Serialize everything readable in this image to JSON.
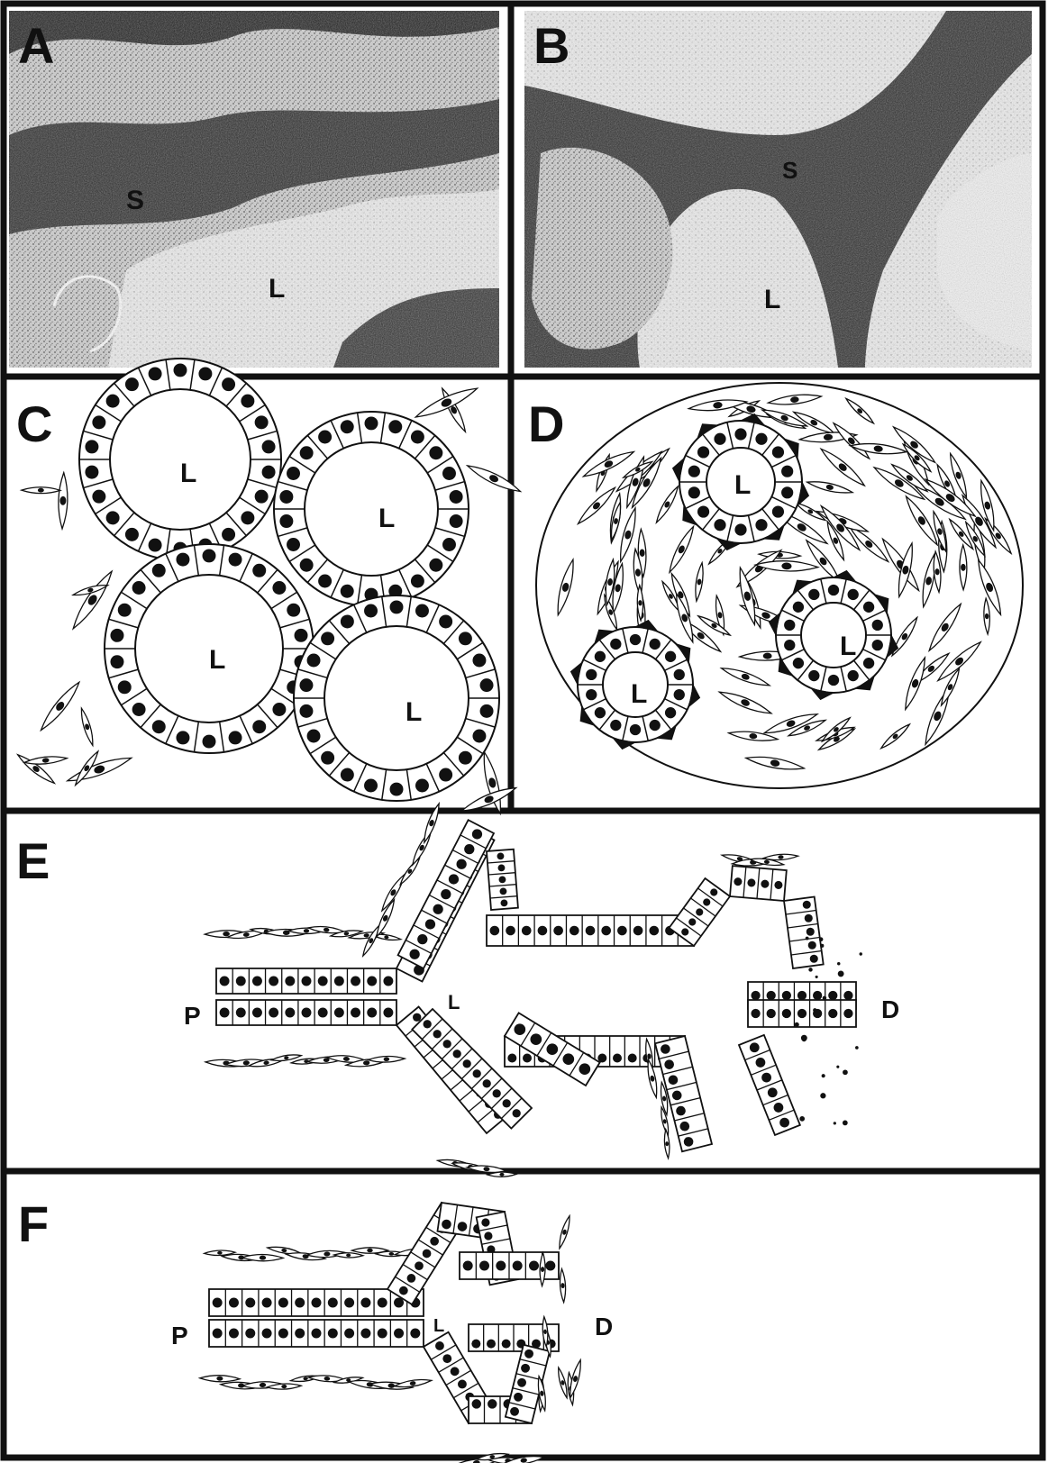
{
  "panels": [
    {
      "id": "A",
      "letter": "A",
      "labels": [
        "S",
        "L"
      ]
    },
    {
      "id": "B",
      "letter": "B",
      "labels": [
        "S",
        "L"
      ]
    },
    {
      "id": "C",
      "letter": "C",
      "labels": [
        "L",
        "L",
        "L",
        "L"
      ]
    },
    {
      "id": "D",
      "letter": "D",
      "labels": [
        "L",
        "L",
        "L"
      ]
    },
    {
      "id": "E",
      "letter": "E",
      "labels": [
        "P",
        "L",
        "D"
      ]
    },
    {
      "id": "F",
      "letter": "F",
      "labels": [
        "P",
        "L",
        "D"
      ]
    }
  ],
  "colors": {
    "ink": "#111111",
    "paper": "#ffffff",
    "micro_light": "#d9d9d9",
    "micro_dark": "#2a2a2a"
  }
}
